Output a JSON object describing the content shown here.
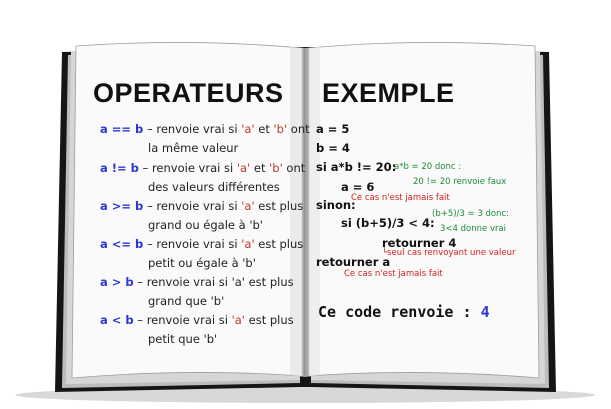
{
  "left_page": {
    "title": "OPERATEURS",
    "operators": [
      {
        "expr": "a == b",
        "pre": "– renvoie vrai si ",
        "a": "'a'",
        "mid": " et ",
        "b": "'b'",
        "post": " ont",
        "line2": "la même valeur"
      },
      {
        "expr": "a != b",
        "pre": "– renvoie vrai si ",
        "a": "'a'",
        "mid": " et ",
        "b": "'b'",
        "post": " ont",
        "line2": "des valeurs différentes"
      },
      {
        "expr": "a >= b",
        "pre": "– renvoie vrai si ",
        "a": "'a'",
        "mid": " est plus",
        "b": "",
        "post": "",
        "line2": "grand ou égale à 'b'"
      },
      {
        "expr": "a <= b",
        "pre": "– renvoie vrai si ",
        "a": "'a'",
        "mid": " est plus",
        "b": "",
        "post": "",
        "line2": "petit ou égale à 'b'"
      },
      {
        "expr": "a > b",
        "pre": "– renvoie vrai si 'a' est plus",
        "a": "",
        "mid": "",
        "b": "",
        "post": "",
        "line2": "grand que 'b'"
      },
      {
        "expr": "a < b",
        "pre": "– renvoie vrai si ",
        "a": "'a'",
        "mid": " est plus",
        "b": "",
        "post": "",
        "line2": "petit que 'b'"
      }
    ]
  },
  "right_page": {
    "title": "EXEMPLE",
    "code": {
      "l1": "a = 5",
      "l2": "b = 4",
      "l3": "si a*b != 20:",
      "l4": "a = 6",
      "l5": "sinon:",
      "l6": "si (b+5)/3 < 4:",
      "l7": "retourner 4",
      "l8": "retourner a"
    },
    "notes": {
      "n1": "a*b = 20 donc :",
      "n2": "20 != 20 renvoie faux",
      "n3": "Ce cas n'est jamais fait",
      "n4": "(b+5)/3 = 3 donc:",
      "n5": "3<4 donne  vrai",
      "n6": "└seul cas renvoyant une valeur",
      "n7": "Ce cas n'est jamais fait"
    },
    "result_label": "Ce code renvoie :",
    "result_value": "4"
  }
}
